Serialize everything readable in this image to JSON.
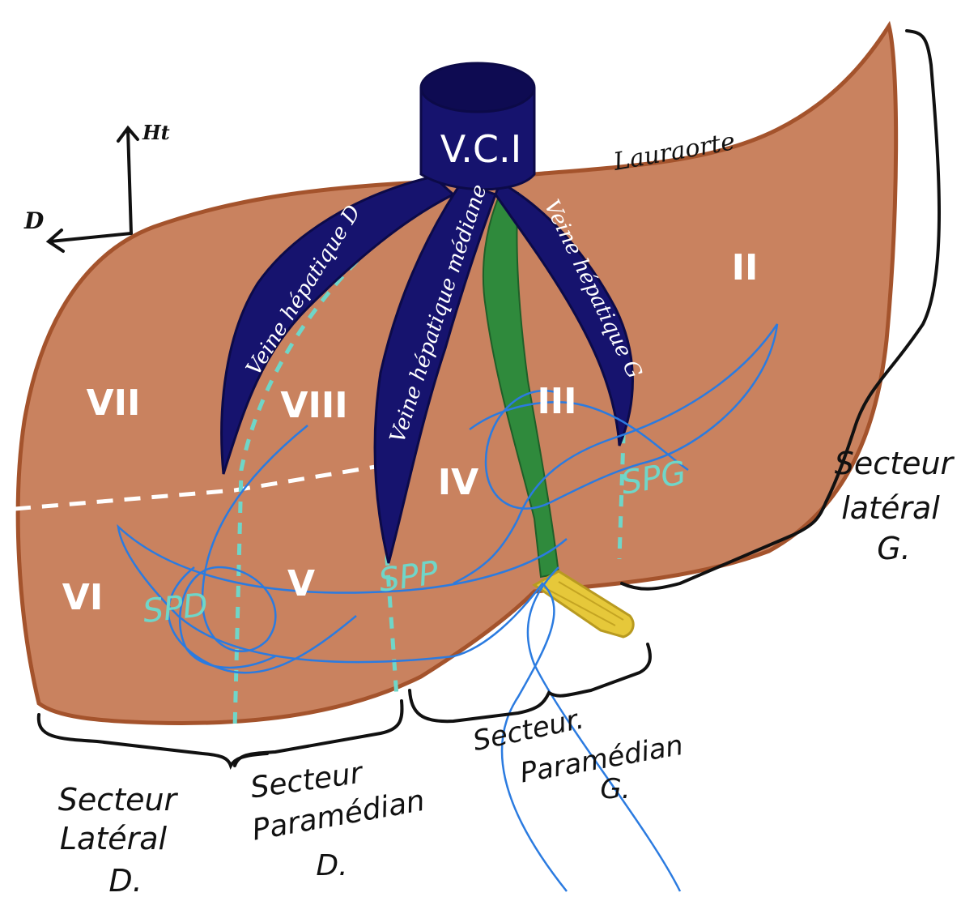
{
  "orientation": {
    "up_label": "Ht",
    "right_label": "D"
  },
  "vessels": {
    "vci_label": "V.C.I",
    "right_vein_label": "Veine hépatique D",
    "middle_vein_label": "Veine hépatique médiane",
    "left_vein_label": "Veine hépatique G"
  },
  "ligament_label": "Lauraorte",
  "segments": {
    "s2": "II",
    "s3": "III",
    "s4": "IV",
    "s5": "V",
    "s6": "VI",
    "s7": "VII",
    "s8": "VIII"
  },
  "portal_labels": {
    "spd": "SPD",
    "spp": "SPP",
    "spg": "SPG"
  },
  "sectors": {
    "lateral_d": {
      "line1": "Secteur",
      "line2": "Latéral",
      "line3": "D."
    },
    "paramedian_d": {
      "line1": "Secteur",
      "line2": "Paramédian",
      "line3": "D."
    },
    "paramedian_g": {
      "line1": "Secteur.",
      "line2": "Paramédian",
      "line3": "G."
    },
    "lateral_g": {
      "line1": "Secteur",
      "line2": "latéral",
      "line3": "G."
    }
  },
  "colors": {
    "liver": "#c9825f",
    "liver_outline": "#a4532c",
    "vein": "#16136e",
    "portal_lines": "#2b7be0",
    "sector_boundaries": "#6fd6c8",
    "ligament": "#2f8a3c",
    "bile_duct": "#e6c83a",
    "roman_numerals": "#ffffff",
    "ink": "#111111"
  }
}
